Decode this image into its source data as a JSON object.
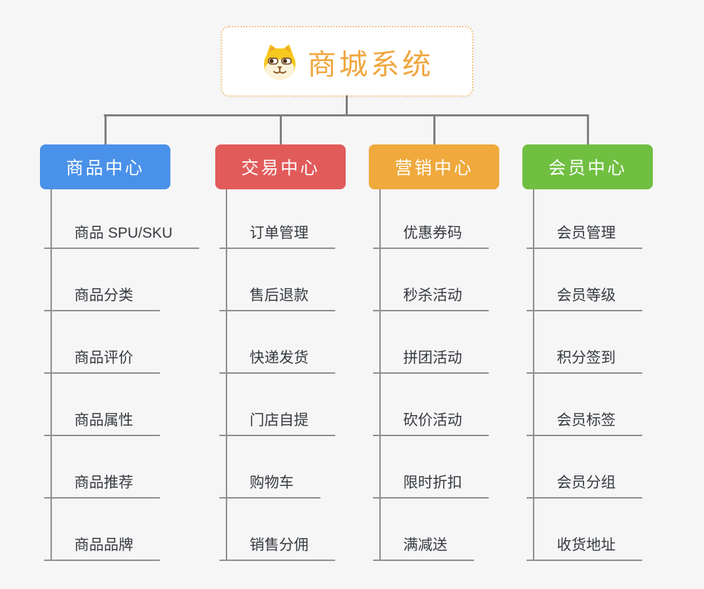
{
  "root": {
    "label": "商城系统",
    "icon": "dog-face-icon",
    "text_color": "#F0A63F",
    "border_color": "#F3C584",
    "background": "#FFFFFF"
  },
  "branches": [
    {
      "label": "商品中心",
      "color": "#4A91E9",
      "children": [
        "商品 SPU/SKU",
        "商品分类",
        "商品评价",
        "商品属性",
        "商品推荐",
        "商品品牌"
      ]
    },
    {
      "label": "交易中心",
      "color": "#E25B5B",
      "children": [
        "订单管理",
        "售后退款",
        "快递发货",
        "门店自提",
        "购物车",
        "销售分佣"
      ]
    },
    {
      "label": "营销中心",
      "color": "#EFA93D",
      "children": [
        "优惠券码",
        "秒杀活动",
        "拼团活动",
        "砍价活动",
        "限时折扣",
        "满减送"
      ]
    },
    {
      "label": "会员中心",
      "color": "#70BF41",
      "children": [
        "会员管理",
        "会员等级",
        "积分签到",
        "会员标签",
        "会员分组",
        "收货地址"
      ]
    }
  ],
  "colors": {
    "background": "#F6F6F6",
    "connector": "#808080",
    "child_line": "#8E8E8E",
    "child_text": "#363A40",
    "branch_text": "#FFFFFF"
  }
}
